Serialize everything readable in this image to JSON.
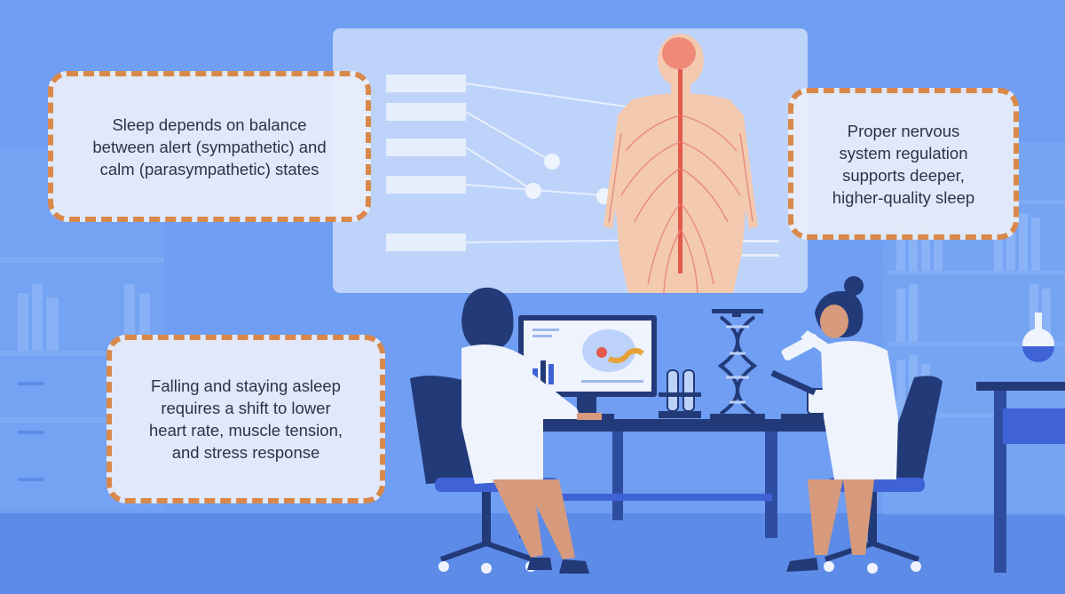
{
  "callouts": {
    "autonomic_balance": {
      "lines": [
        "Sleep depends on balance",
        "between alert (sympathetic) and",
        "calm (parasympathetic) states"
      ]
    },
    "nervous_regulation": {
      "lines": [
        "Proper nervous",
        "system regulation",
        "supports deeper,",
        "higher-quality sleep"
      ]
    },
    "sleep_shift": {
      "lines": [
        "Falling and staying asleep",
        "requires a shift to lower",
        "heart rate, muscle tension,",
        "and stress response"
      ]
    }
  },
  "colors": {
    "background": "#6f9ef2",
    "callout_border": "#d9884a",
    "navy": "#233a78",
    "accent_blue": "#3f63d6"
  }
}
